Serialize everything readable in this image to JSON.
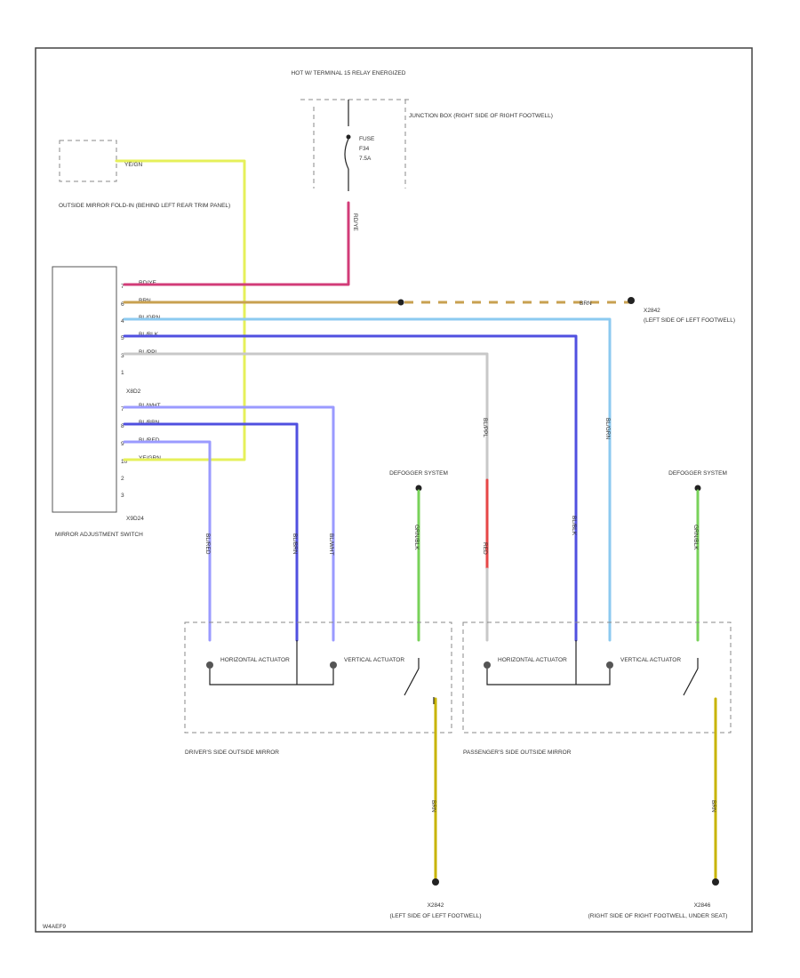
{
  "colors": {
    "yellow_green": "#e6f05a",
    "red_yellow": "#d23c78",
    "brown": "#c8a050",
    "blue_green": "#8ccaf0",
    "blue_black": "#5050e0",
    "blue_purple": "#c8c8c8",
    "blue_white": "#9a9aff",
    "green_black": "#78d25a",
    "red": "#e64646",
    "black_yellow": "#c8b400"
  },
  "hot_label": "HOT W/ TERMINAL 15 RELAY ENERGIZED",
  "fuse": {
    "name": "FUSE",
    "number": "F34",
    "rating": "7.5A"
  },
  "junction_box": "JUNCTION BOX (RIGHT SIDE OF RIGHT FOOTWELL)",
  "top_wire_label": "RD/YE",
  "folding_module": "OUTSIDE MIRROR FOLD-IN (BEHIND LEFT REAR TRIM PANEL)",
  "folding_wire": "YE/GN",
  "switch_name": "MIRROR ADJUSTMENT SWITCH",
  "switch_connector_top": "X8D2",
  "switch_connector_bottom": "X9D24",
  "switch_pins": [
    {
      "num": "7",
      "label": "RD/YE"
    },
    {
      "num": "6",
      "label": "BRN"
    },
    {
      "num": "4",
      "label": "BL/GRN"
    },
    {
      "num": "5",
      "label": "BL/BLK"
    },
    {
      "num": "3",
      "label": "BL/PPL"
    },
    {
      "num": "1",
      "label": ""
    },
    {
      "num": "7",
      "label": "BL/WHT"
    },
    {
      "num": "8",
      "label": "BL/BRN"
    },
    {
      "num": "9",
      "label": "BL/RED"
    },
    {
      "num": "10",
      "label": "YE/GRN"
    },
    {
      "num": "2",
      "label": ""
    },
    {
      "num": "3",
      "label": ""
    }
  ],
  "ground_top": {
    "name": "X2842",
    "desc": "(LEFT SIDE OF LEFT FOOTWELL)",
    "wire": "BRN"
  },
  "defogger": "DEFOGGER SYSTEM",
  "drivers_mirror": "DRIVER'S SIDE OUTSIDE MIRROR",
  "passengers_mirror": "PASSENGER'S SIDE OUTSIDE MIRROR",
  "horizontal_actuator": "HORIZONTAL ACTUATOR",
  "vertical_actuator": "VERTICAL ACTUATOR",
  "ground_left": {
    "name": "X2842",
    "desc": "(LEFT SIDE OF LEFT FOOTWELL)"
  },
  "ground_right": {
    "name": "X2846",
    "desc": "(RIGHT SIDE OF RIGHT FOOTWELL, UNDER SEAT)"
  },
  "wire_labels": {
    "drv_blue1": "BL/WHT",
    "drv_blue2": "BL/BRN",
    "drv_blue3": "BL/RED",
    "drv_green": "GRN/BLK",
    "pas_purple": "BL/PPL",
    "pas_red": "RED",
    "pas_blue": "BL/BLK",
    "pas_bgrn": "BL/GRN",
    "pas_green": "GRN/BLK",
    "gnd_left": "BRN",
    "gnd_right": "BRN"
  },
  "footer_code": "W4AEF9"
}
